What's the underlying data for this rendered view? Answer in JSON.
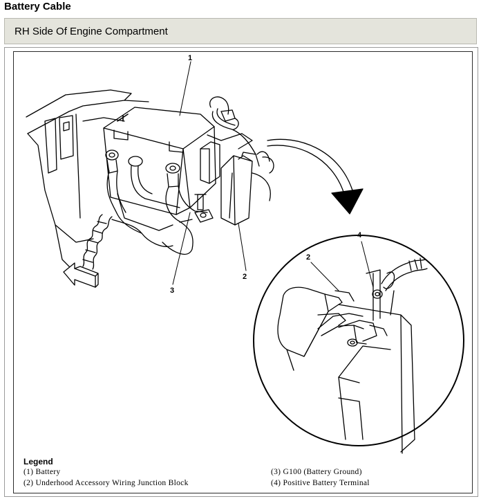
{
  "page_title": "Battery Cable",
  "section": "RH Side Of Engine Compartment",
  "callouts": [
    "1",
    "2",
    "3",
    "2",
    "4"
  ],
  "legend": {
    "title": "Legend",
    "items": [
      "(1)  Battery",
      "(2)  Underhood Accessory Wiring Junction Block",
      "(3)  G100 (Battery Ground)",
      "(4)  Positive Battery Terminal"
    ]
  }
}
